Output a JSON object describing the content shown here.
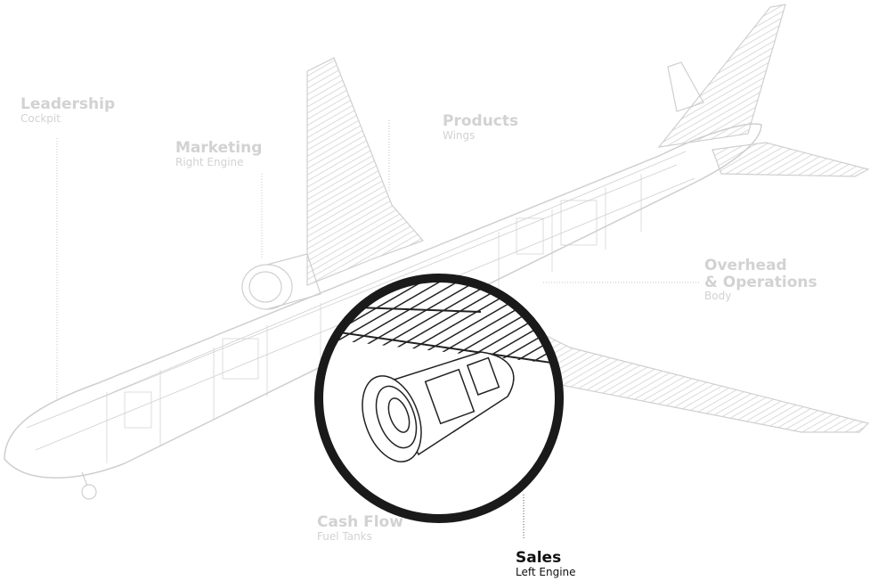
{
  "labels": [
    {
      "key": "leadership",
      "title": "Leadership",
      "subtitle": "Cockpit",
      "active": false
    },
    {
      "key": "marketing",
      "title": "Marketing",
      "subtitle": "Right Engine",
      "active": false
    },
    {
      "key": "products",
      "title": "Products",
      "subtitle": "Wings",
      "active": false
    },
    {
      "key": "overhead",
      "title": "Overhead\n& Operations",
      "subtitle": "Body",
      "active": false
    },
    {
      "key": "cashflow",
      "title": "Cash Flow",
      "subtitle": "Fuel Tanks",
      "active": false
    },
    {
      "key": "sales",
      "title": "Sales",
      "subtitle": "Left Engine",
      "active": true
    }
  ],
  "colors": {
    "line": "#cfcfcf",
    "active": "#111111",
    "magnifier": "#1a1a1a"
  }
}
